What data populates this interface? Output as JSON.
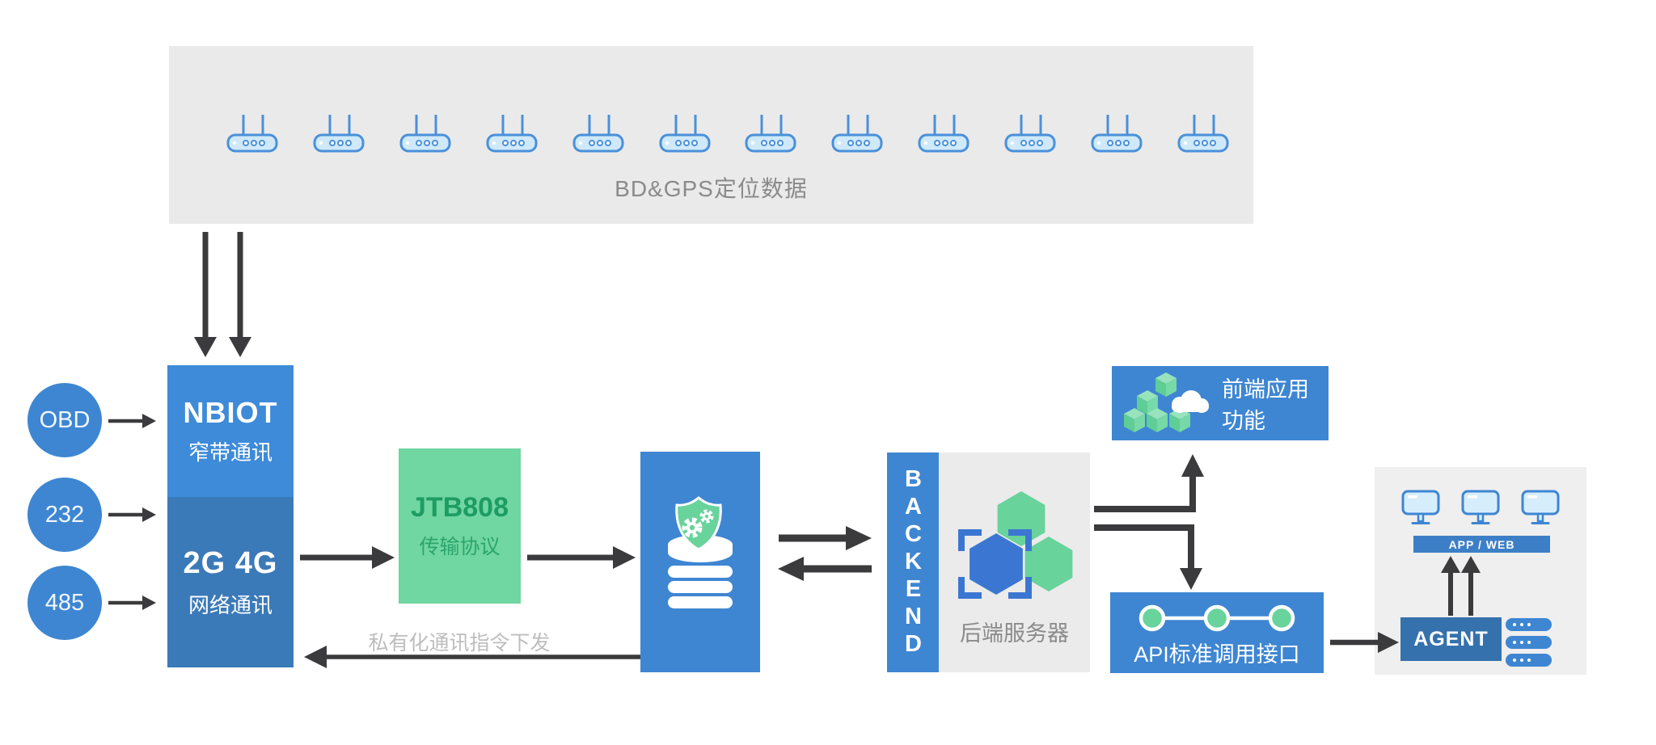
{
  "palette": {
    "blue": "#3E86D2",
    "blue_light": "#3E8BD9",
    "blue_dark": "#3B7AB8",
    "blue_deep": "#3572AD",
    "green": "#68D39B",
    "green_box": "#70D6A2",
    "green_text": "#1D9C63",
    "gray_panel": "#EAEAEA",
    "gray_panel_light": "#EFEFEF",
    "arrow": "#3B3B3D",
    "muted_text": "#8A8A8A",
    "faint_text": "#BDBDBD"
  },
  "top_panel": {
    "label": "BD&GPS定位数据",
    "router_count": 12
  },
  "inputs": {
    "items": [
      {
        "label": "OBD"
      },
      {
        "label": "232"
      },
      {
        "label": "485"
      }
    ]
  },
  "device": {
    "top_title": "NBIOT",
    "top_subtitle": "窄带通讯",
    "bottom_title": "2G 4G",
    "bottom_subtitle": "网络通讯"
  },
  "protocol": {
    "title": "JTB808",
    "subtitle": "传输协议"
  },
  "downlink": {
    "label": "私有化通讯指令下发"
  },
  "backend": {
    "vertical_label": "BACKEND",
    "caption": "后端服务器"
  },
  "frontend": {
    "label": "前端应用功能"
  },
  "api": {
    "label": "API标准调用接口"
  },
  "client": {
    "bar_label": "APP / WEB",
    "agent_label": "AGENT",
    "monitor_count": 3,
    "server_count": 3
  }
}
